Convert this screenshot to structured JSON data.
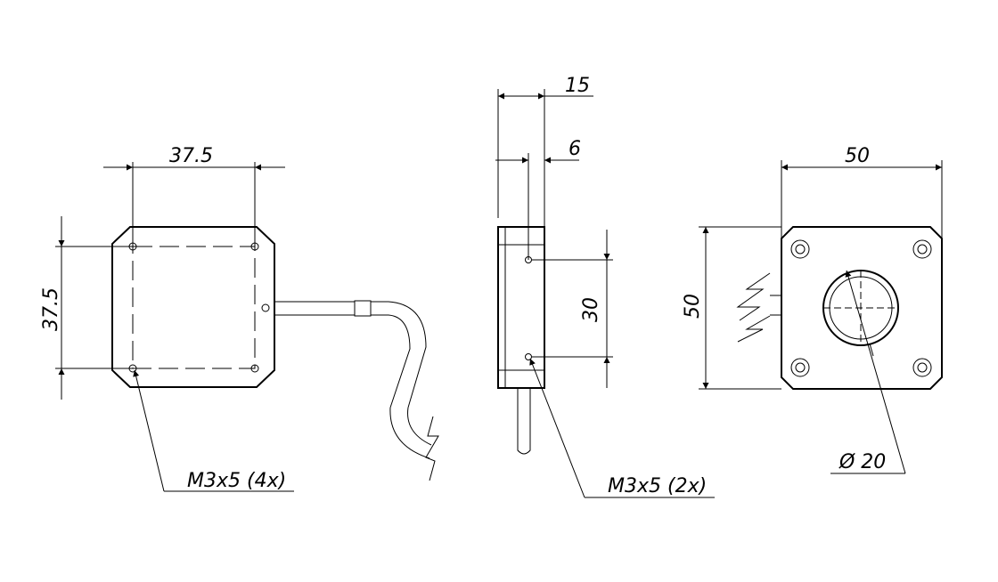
{
  "front_view": {
    "dim_width": "37.5",
    "dim_height": "37.5",
    "thread_callout": "M3x5 (4x)"
  },
  "side_view": {
    "dim_thickness": "15",
    "dim_hole_offset": "6",
    "dim_hole_spacing": "30",
    "thread_callout": "M3x5 (2x)"
  },
  "rear_view": {
    "dim_width": "50",
    "dim_height": "50",
    "dim_window_diameter": "Ø 20"
  }
}
